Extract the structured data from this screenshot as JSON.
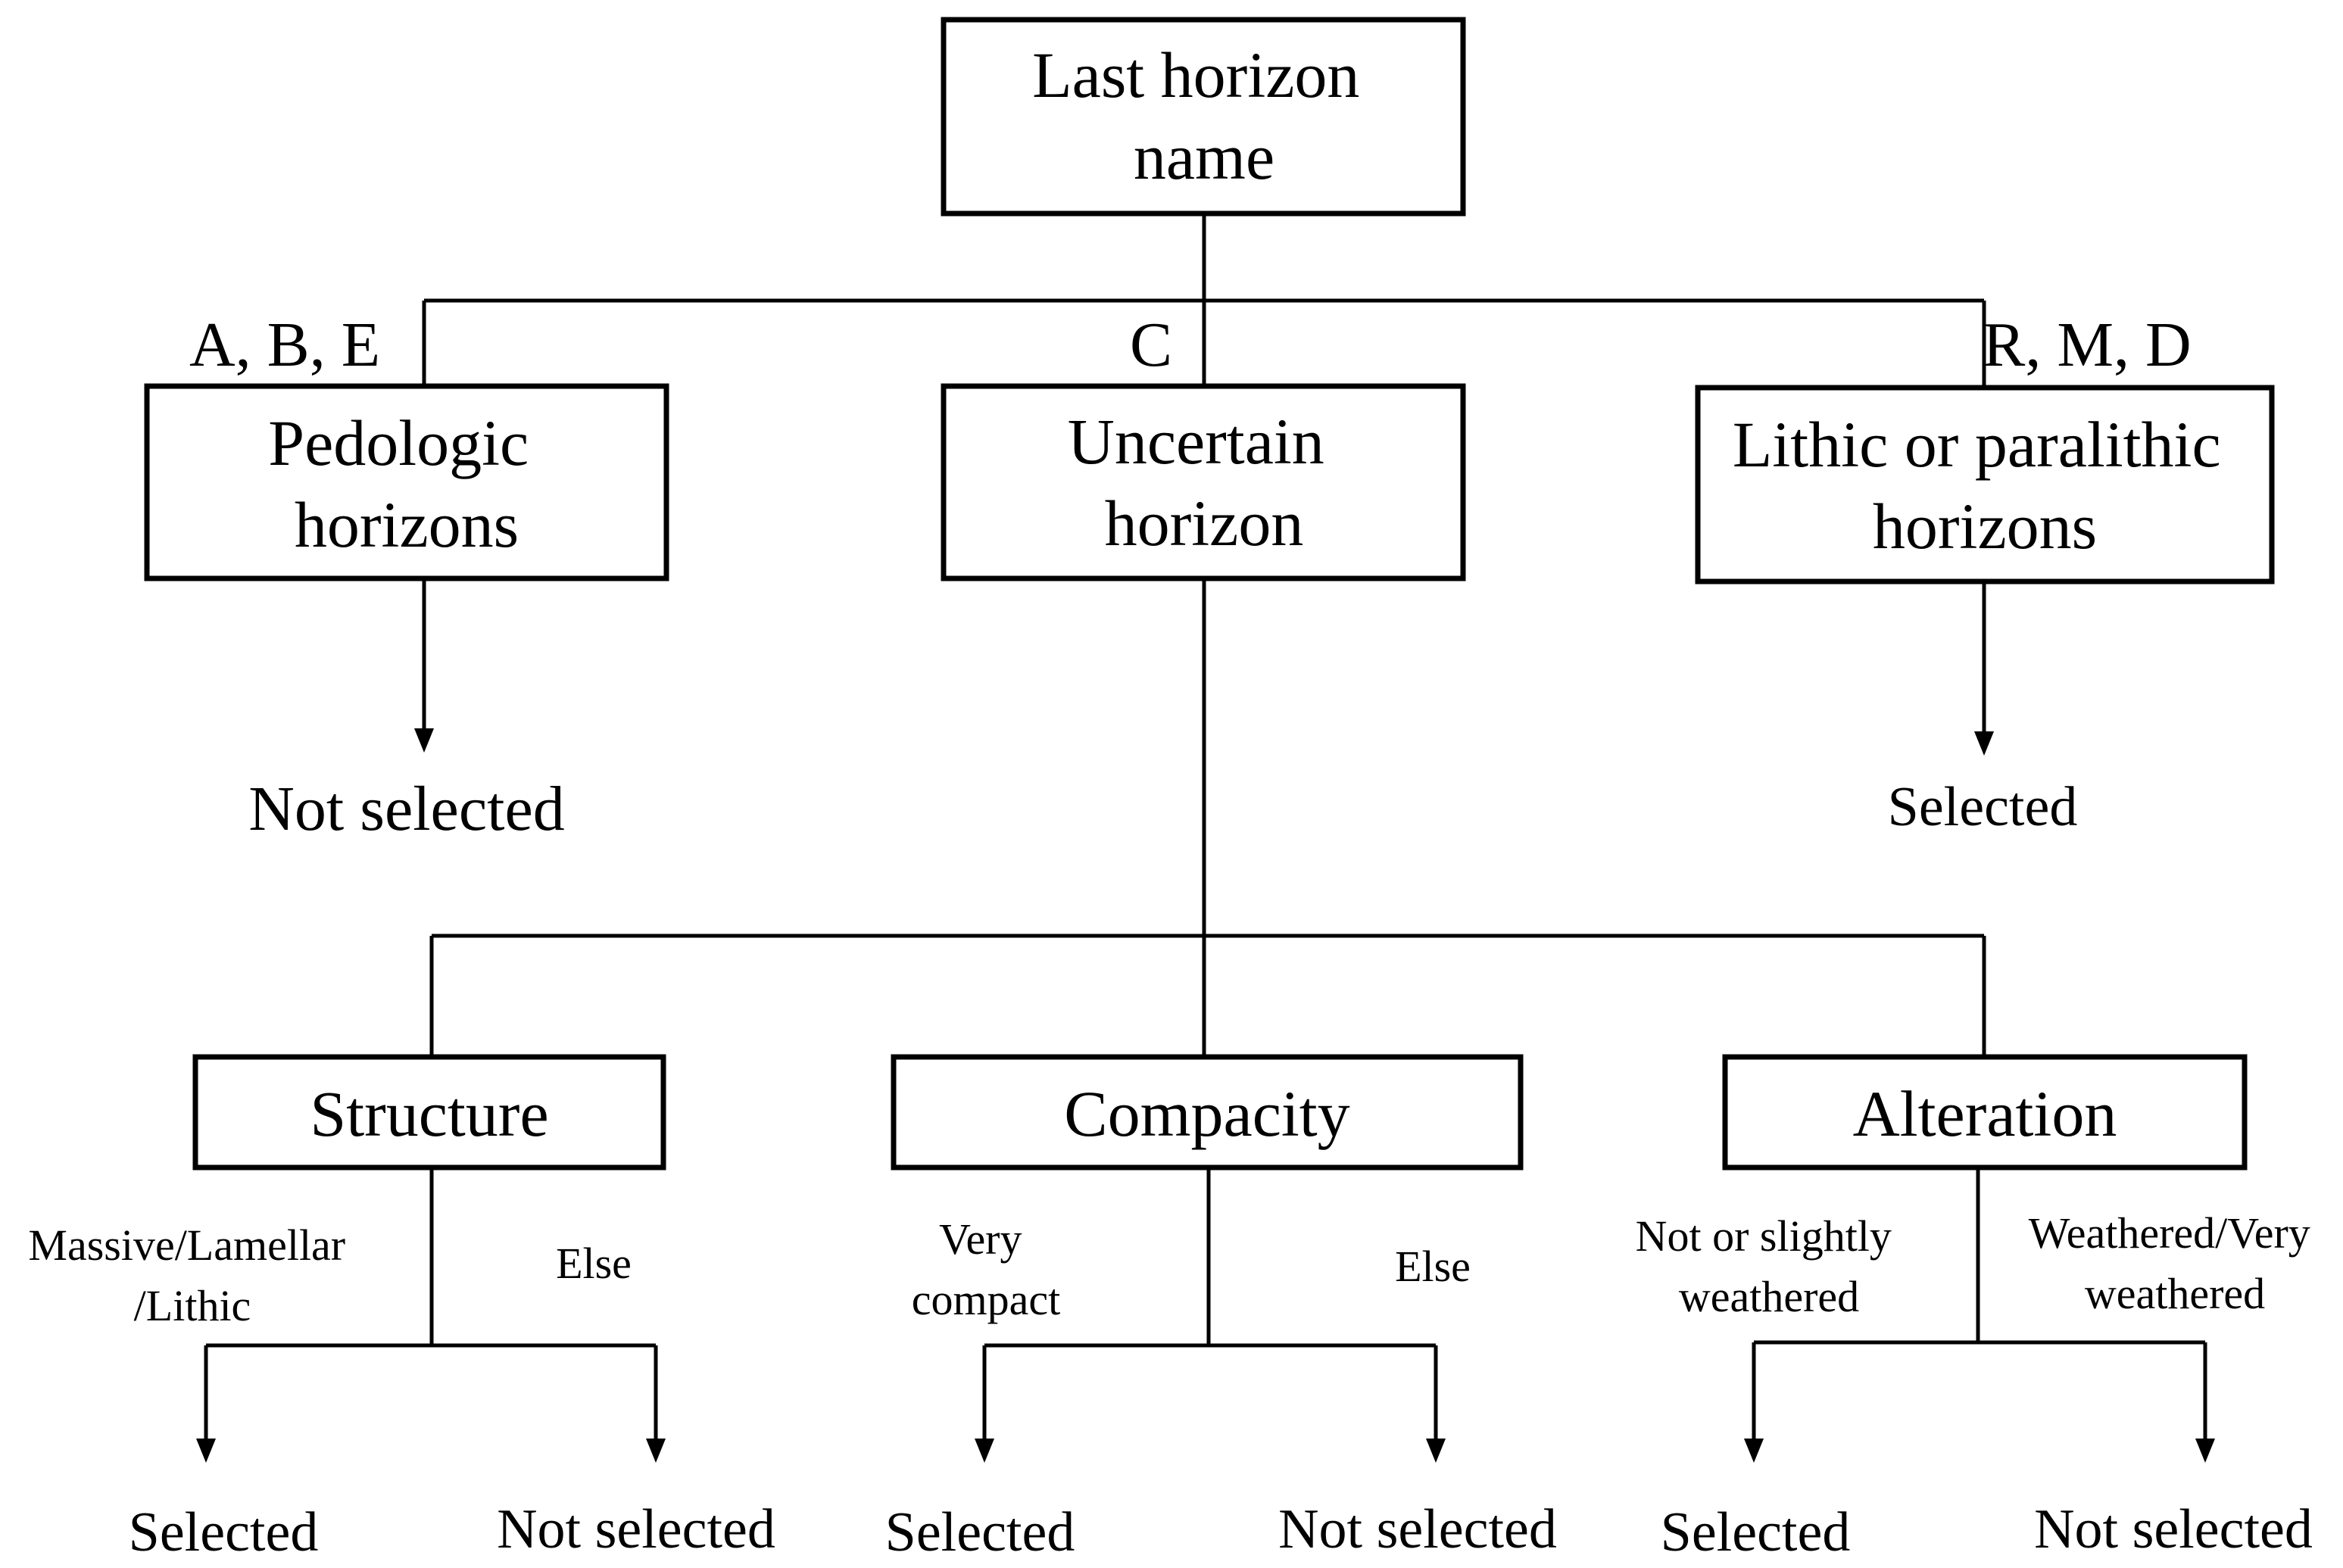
{
  "nodes": {
    "root": {
      "lines": [
        "Last horizon",
        "name"
      ]
    },
    "pedologic": {
      "lines": [
        "Pedologic",
        "horizons"
      ]
    },
    "uncertain": {
      "lines": [
        "Uncertain",
        "horizon"
      ]
    },
    "lithic": {
      "lines": [
        "Lithic or paralithic",
        "horizons"
      ]
    },
    "structure": {
      "lines": [
        "Structure"
      ]
    },
    "compacity": {
      "lines": [
        "Compacity"
      ]
    },
    "alteration": {
      "lines": [
        "Alteration"
      ]
    }
  },
  "branch_labels": {
    "abe": "A, B, E",
    "c": "C",
    "rmd": "R, M, D"
  },
  "conditions": {
    "structure_left": [
      "Massive/Lamellar",
      "/Lithic"
    ],
    "structure_right": [
      "Else"
    ],
    "compacity_left": [
      "Very",
      "compact"
    ],
    "compacity_right": [
      "Else"
    ],
    "alteration_left": [
      "Not or slightly",
      "weathered"
    ],
    "alteration_right": [
      "Weathered/Very",
      "weathered"
    ]
  },
  "outcomes": {
    "pedologic": "Not selected",
    "lithic": "Selected",
    "structure_left": "Selected",
    "structure_right": "Not selected",
    "compacity_left": "Selected",
    "compacity_right": "Not selected",
    "alteration_left": "Selected",
    "alteration_right": "Not selected"
  }
}
